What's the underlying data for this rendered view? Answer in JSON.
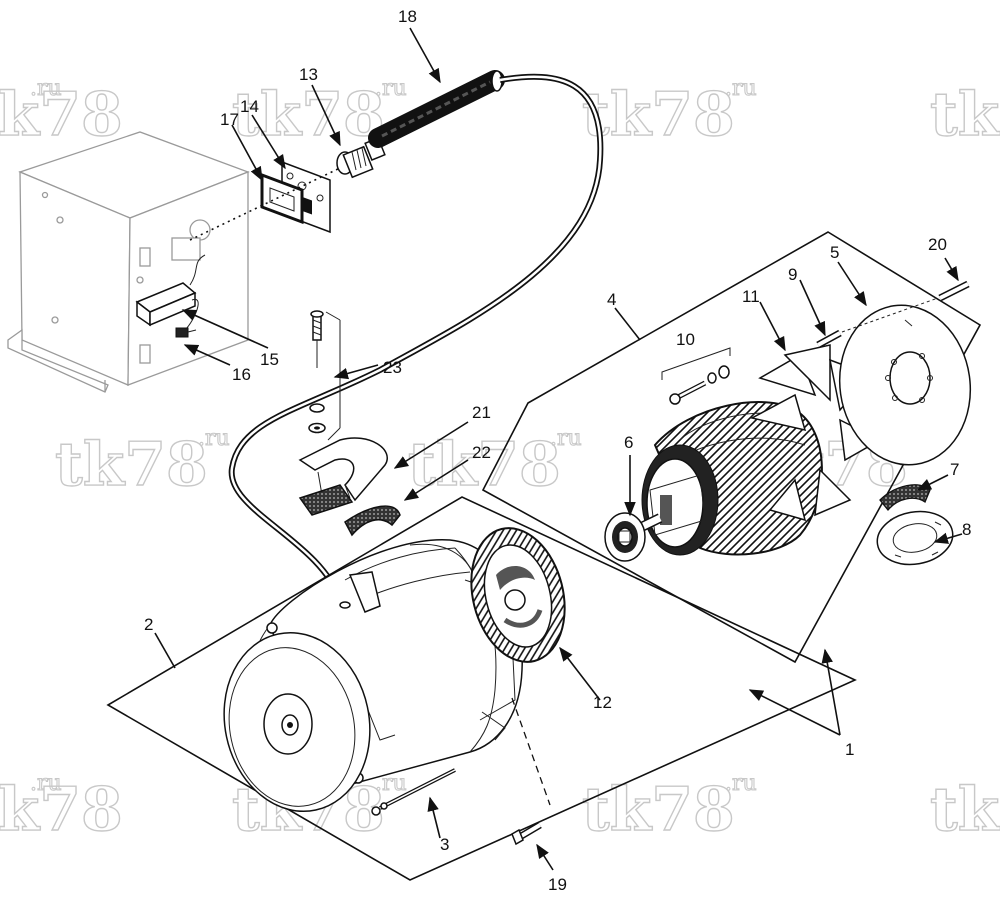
{
  "watermark": {
    "text": "tk78",
    "suffix": ".ru"
  },
  "callouts": [
    "1",
    "2",
    "3",
    "4",
    "5",
    "6",
    "7",
    "8",
    "9",
    "10",
    "11",
    "12",
    "13",
    "14",
    "15",
    "16",
    "17",
    "18",
    "19",
    "20",
    "21",
    "22",
    "23"
  ]
}
